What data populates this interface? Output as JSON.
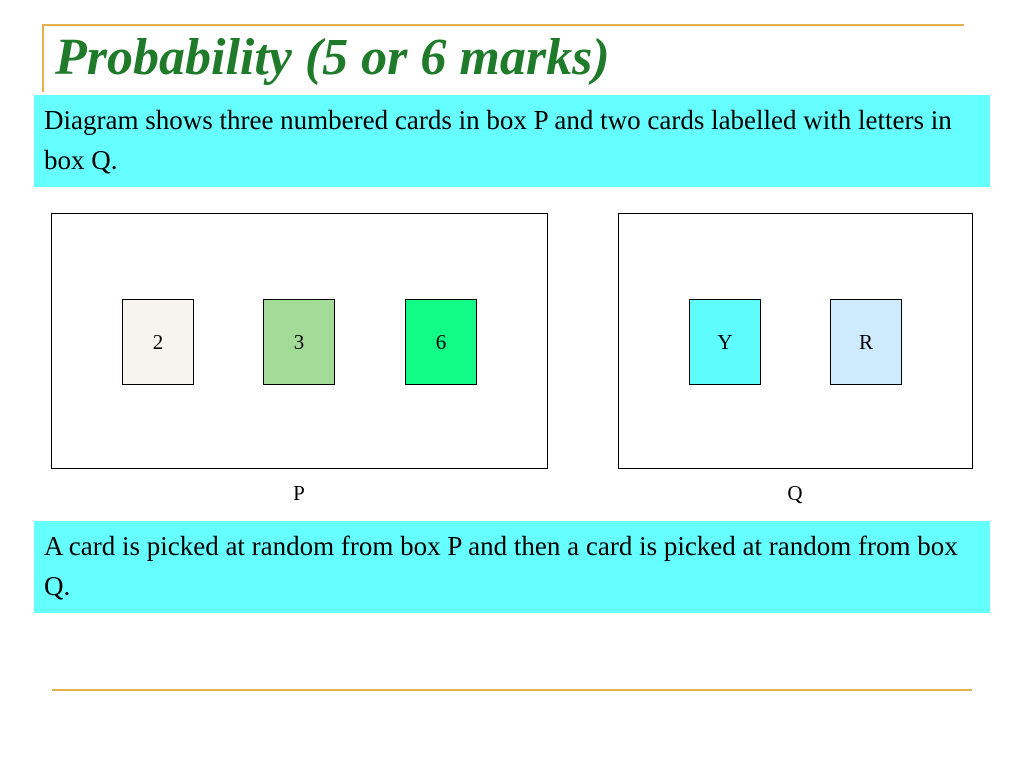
{
  "slide": {
    "title": "Probability  (5 or 6 marks)",
    "paragraph_1": "Diagram shows three numbered cards in box P and two cards labelled with letters in box Q.",
    "paragraph_2": "A card is picked at random from box P and then a card is picked at random from box Q."
  },
  "diagram": {
    "box_p": {
      "label": "P",
      "cards": [
        {
          "text": "2",
          "color": "#f7f3ee"
        },
        {
          "text": "3",
          "color": "#a3dc98"
        },
        {
          "text": "6",
          "color": "#10fc86"
        }
      ]
    },
    "box_q": {
      "label": "Q",
      "cards": [
        {
          "text": "Y",
          "color": "#5efcfc"
        },
        {
          "text": "R",
          "color": "#cdebfd"
        }
      ]
    }
  },
  "colors": {
    "title": "#1f7a2a",
    "accent_line": "#e3b34a",
    "highlight_box": "#66ffff"
  }
}
